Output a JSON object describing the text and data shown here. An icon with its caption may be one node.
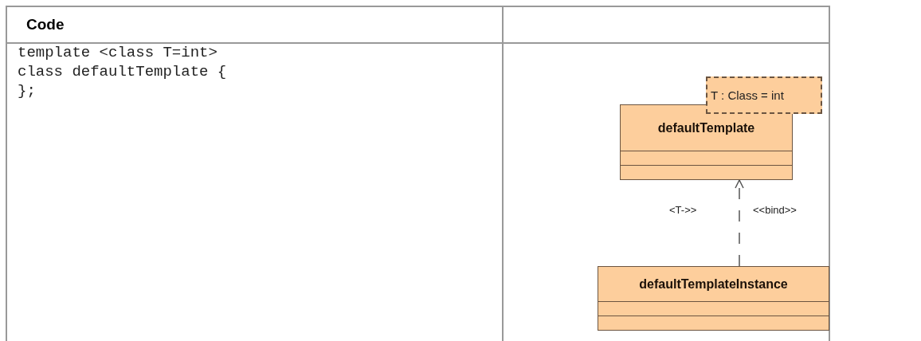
{
  "diagram": {
    "nodes": [
      {
        "text": [
          "defaultTemplate"
        ]
      },
      {
        "text": [
          "T : Class = int"
        ]
      },
      {
        "text": [
          "defaultTemplateInstance"
        ]
      }
    ],
    "edges": [
      {
        "from": 2,
        "to": 0,
        "arrow": "to",
        "style": "dashed",
        "label": "<<bind>>"
      }
    ],
    "labels": [
      "Code",
      "template <class T=int>",
      "class defaultTemplate {",
      "};",
      "<T->>"
    ]
  }
}
